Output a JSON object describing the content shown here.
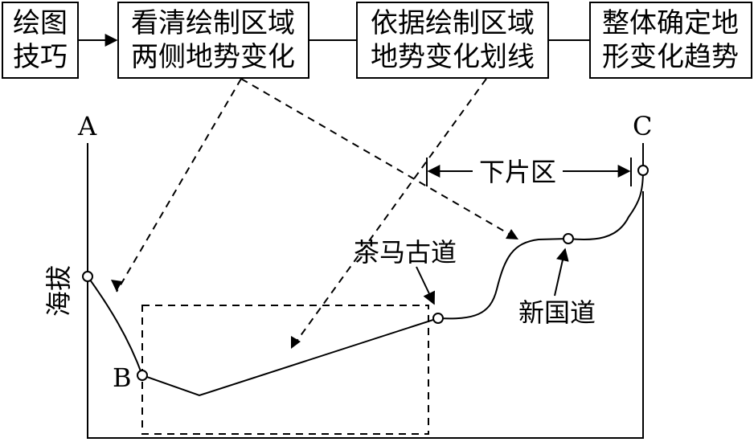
{
  "flow": {
    "steps": [
      {
        "lines": [
          "绘图",
          "技巧"
        ]
      },
      {
        "lines": [
          "看清绘制区域",
          "两侧地势变化"
        ]
      },
      {
        "lines": [
          "依据绘制区域",
          "地势变化划线"
        ]
      },
      {
        "lines": [
          "整体确定地",
          "形变化趋势"
        ]
      }
    ]
  },
  "diagram": {
    "y_axis_label": "海拔",
    "point_a": "A",
    "point_b": "B",
    "point_c": "C",
    "lower_section_label": "下片区",
    "tea_horse_road_label": "茶马古道",
    "new_national_road_label": "新国道"
  }
}
